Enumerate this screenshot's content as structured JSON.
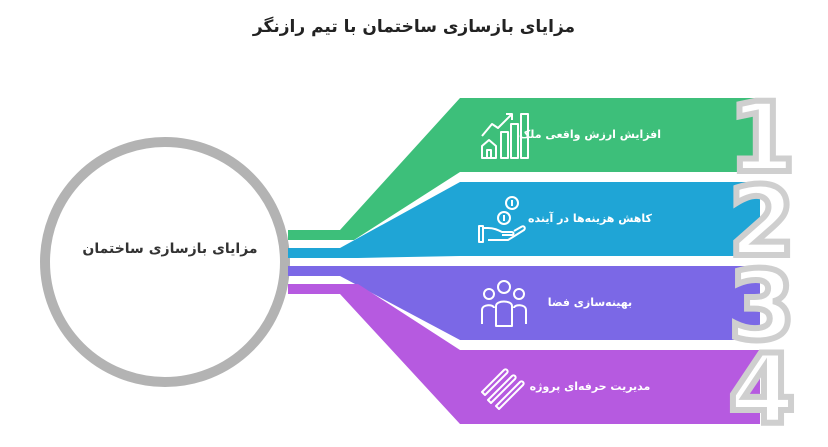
{
  "title": "مزایای بازسازی ساختمان با تیم رازنگر",
  "center": {
    "label": "مزایای بازسازی ساختمان"
  },
  "items": [
    {
      "number": "1",
      "label": "افزایش ارزش واقعی ملک",
      "icon": "house-growth-chart-icon",
      "color": "#3dbf7a"
    },
    {
      "number": "2",
      "label": "کاهش هزینه‌ها در آینده",
      "icon": "coin-hand-icon",
      "color": "#1fa5d6"
    },
    {
      "number": "3",
      "label": "بهینه‌سازی فضا",
      "icon": "people-group-icon",
      "color": "#7b68e6"
    },
    {
      "number": "4",
      "label": "مدیریت حرفه‌ای پروژه",
      "icon": "pencils-icon",
      "color": "#b65ae0"
    }
  ]
}
